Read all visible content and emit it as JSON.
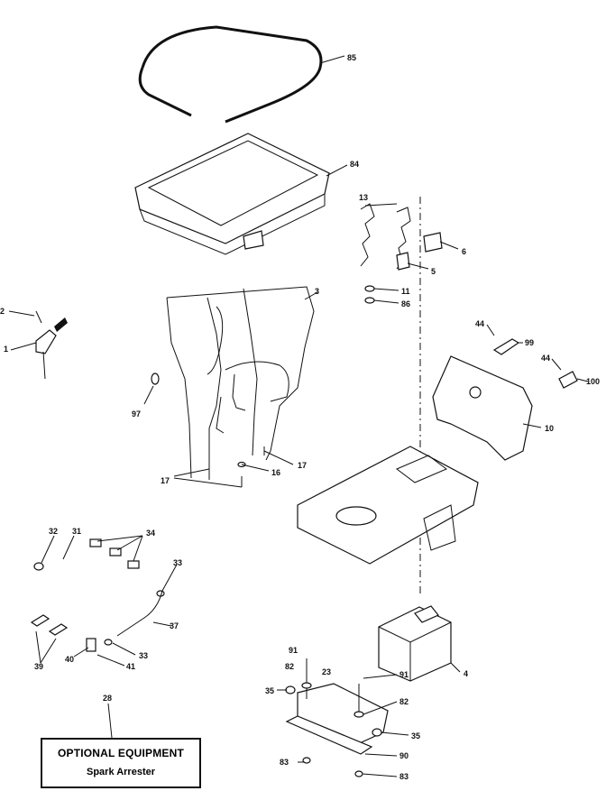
{
  "labels": {
    "p85": "85",
    "p84": "84",
    "p13": "13",
    "p6": "6",
    "p5": "5",
    "p11": "11",
    "p86": "86",
    "p3": "3",
    "p2": "2",
    "p1": "1",
    "p97": "97",
    "p17a": "17",
    "p17b": "17",
    "p16": "16",
    "p44a": "44",
    "p99": "99",
    "p44b": "44",
    "p100": "100",
    "p10": "10",
    "p32": "32",
    "p31": "31",
    "p34": "34",
    "p33a": "33",
    "p37": "37",
    "p33b": "33",
    "p39": "39",
    "p40": "40",
    "p41": "41",
    "p4": "4",
    "p91a": "91",
    "p82a": "82",
    "p23": "23",
    "p91b": "91",
    "p35a": "35",
    "p82b": "82",
    "p35b": "35",
    "p83a": "83",
    "p90": "90",
    "p83b": "83",
    "p28": "28"
  },
  "optional_equipment": {
    "title": "OPTIONAL EQUIPMENT",
    "subtitle": "Spark Arrester"
  }
}
